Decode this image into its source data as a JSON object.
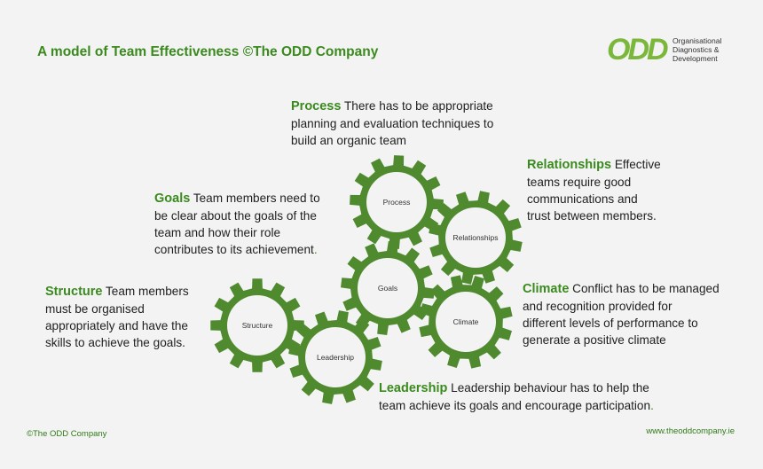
{
  "title": "A model of Team Effectiveness ©The ODD Company",
  "logo": {
    "mark": "ODD",
    "lines": [
      "Organisational",
      "Diagnostics &",
      "Development"
    ]
  },
  "blocks": {
    "process": {
      "head": "Process",
      "line1": "There has to be appropriate",
      "line2": "planning and evaluation techniques to",
      "line3": "build an organic team"
    },
    "relationships": {
      "head": "Relationships",
      "line1": "Effective",
      "line2": "teams require good",
      "line3": "communications and",
      "line4": "trust between members."
    },
    "goals": {
      "head": "Goals",
      "line1": "Team members need to",
      "line2": "be clear about the goals of the",
      "line3": "team and how their role",
      "line4": "contributes to its achievement",
      "dot": "."
    },
    "structure": {
      "head": "Structure",
      "line1": "Team members",
      "line2": "must be organised",
      "line3": "appropriately and have the",
      "line4": "skills to achieve the goals."
    },
    "climate": {
      "head": "Climate",
      "line1": "Conflict has to be managed",
      "line2": "and recognition provided for",
      "line3": "different levels of performance to",
      "line4": "generate a positive climate"
    },
    "leadership": {
      "head": "Leadership",
      "line1": "Leadership behaviour has to help the",
      "line2": "team achieve its goals and encourage participation",
      "dot": "."
    }
  },
  "gears": {
    "process": "Process",
    "relationships": "Relationships",
    "goals": "Goals",
    "climate": "Climate",
    "structure": "Structure",
    "leadership": "Leadership"
  },
  "footer": {
    "left": "©The ODD Company",
    "right": "www.theoddcompany.ie"
  },
  "colors": {
    "gear": "#4f8a2e",
    "heading": "#3a8a1e",
    "logo": "#7ab73a"
  }
}
